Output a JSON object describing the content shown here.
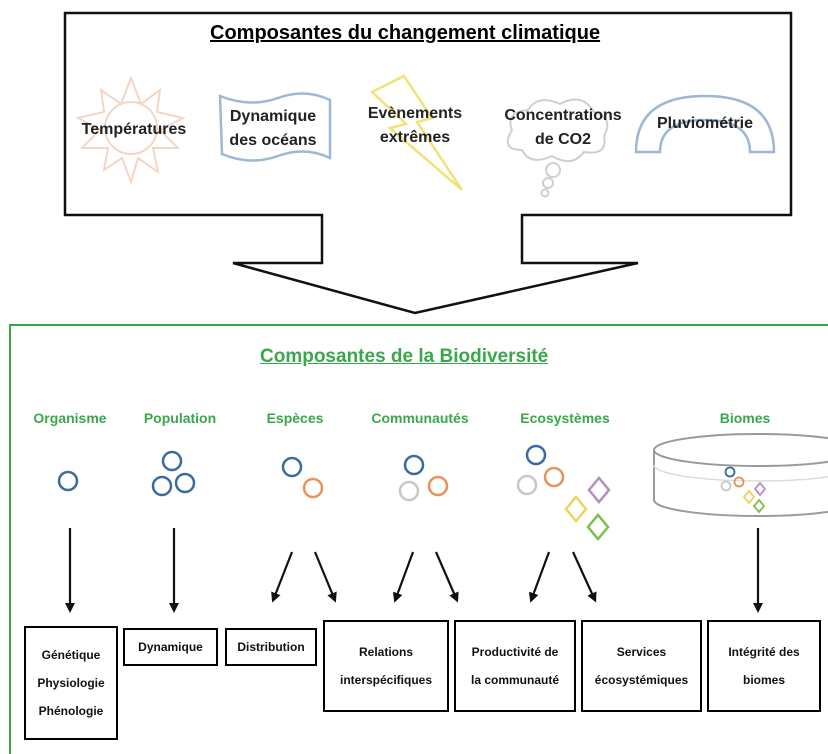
{
  "climate": {
    "title": "Composantes du changement climatique",
    "items": [
      {
        "label": [
          "Températures"
        ],
        "icon": "sun-icon"
      },
      {
        "label": [
          "Dynamique",
          "des océans"
        ],
        "icon": "ocean-wave-icon"
      },
      {
        "label": [
          "Evènements",
          "extrêmes"
        ],
        "icon": "lightning-icon"
      },
      {
        "label": [
          "Concentrations",
          "de CO2"
        ],
        "icon": "thought-cloud-icon"
      },
      {
        "label": [
          "Pluviométrie"
        ],
        "icon": "rainbow-icon"
      }
    ]
  },
  "biodiversity": {
    "title": "Composantes de la Biodiversité",
    "levels": [
      "Organisme",
      "Population",
      "Espèces",
      "Communautés",
      "Ecosystèmes",
      "Biomes"
    ],
    "outcomes": [
      [
        "Génétique",
        "Physiologie",
        "Phénologie"
      ],
      [
        "Dynamique"
      ],
      [
        "Distribution"
      ],
      [
        "Relations",
        "interspécifiques"
      ],
      [
        "Productivité de",
        "la communauté"
      ],
      [
        "Services",
        "écosystémiques"
      ],
      [
        "Intégrité des",
        "biomes"
      ]
    ]
  },
  "colors": {
    "green": "#3aa74b",
    "blue": "#3a6aa0",
    "orange": "#e8925a",
    "gray": "#c8c8c8",
    "yellow": "#f2d25a",
    "purple": "#b58fc0",
    "lime": "#7cc04a"
  }
}
